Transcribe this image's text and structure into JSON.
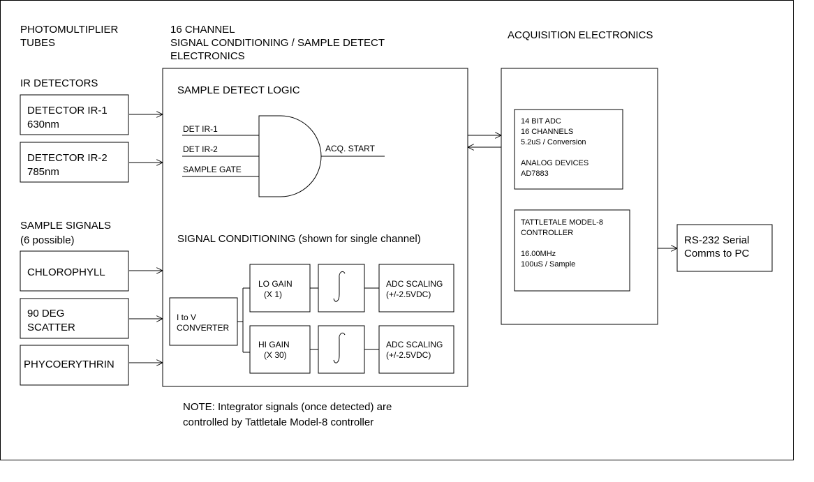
{
  "headers": {
    "pmt_line1": "PHOTOMULTIPLIER",
    "pmt_line2": "TUBES",
    "conditioning_line1": "16 CHANNEL",
    "conditioning_line2": "SIGNAL CONDITIONING / SAMPLE DETECT",
    "conditioning_line3": "ELECTRONICS",
    "acquisition": "ACQUISITION ELECTRONICS"
  },
  "ir_section": {
    "title": "IR DETECTORS",
    "detectors": [
      {
        "line1": "DETECTOR IR-1",
        "line2": "630nm"
      },
      {
        "line1": "DETECTOR IR-2",
        "line2": "785nm"
      }
    ]
  },
  "sample_section": {
    "title_line1": "SAMPLE SIGNALS",
    "title_line2": "(6 possible)",
    "signals": [
      {
        "line1": "CHLOROPHYLL",
        "line2": ""
      },
      {
        "line1": "90 DEG",
        "line2": "SCATTER"
      },
      {
        "line1": "PHYCOERYTHRIN",
        "line2": ""
      }
    ]
  },
  "sample_detect": {
    "title": "SAMPLE DETECT LOGIC",
    "inputs": [
      "DET  IR-1",
      "DET  IR-2",
      "SAMPLE GATE"
    ],
    "output": "ACQ. START"
  },
  "signal_conditioning": {
    "title": "SIGNAL CONDITIONING (shown for single channel)",
    "converter_line1": "I to V",
    "converter_line2": "CONVERTER",
    "lo_gain_line1": "LO GAIN",
    "lo_gain_line2": "(X 1)",
    "hi_gain_line1": "HI GAIN",
    "hi_gain_line2": "(X 30)",
    "scaling_line1": "ADC SCALING",
    "scaling_line2": "(+/-2.5VDC)"
  },
  "adc": {
    "lines": [
      "14 BIT ADC",
      "16 CHANNELS",
      "5.2uS / Conversion",
      "",
      "ANALOG DEVICES",
      "AD7883"
    ]
  },
  "controller": {
    "lines": [
      "TATTLETALE MODEL-8",
      "CONTROLLER",
      "",
      "16.00MHz",
      "100uS / Sample"
    ]
  },
  "rs232": {
    "line1": "RS-232 Serial",
    "line2": "Comms to PC"
  },
  "note": {
    "line1": "NOTE:  Integrator signals (once detected) are",
    "line2": "controlled by Tattletale Model-8 controller"
  }
}
